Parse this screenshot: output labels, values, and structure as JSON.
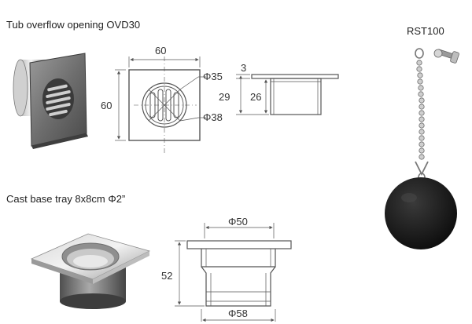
{
  "captions": {
    "tub_overflow": "Tub overflow opening OVD30",
    "cast_base_tray": "Cast base tray 8x8cm Φ2”",
    "chain_plug": "RST100"
  },
  "ovd30": {
    "width": "60",
    "height": "60",
    "inner_diameter": "Φ35",
    "outer_diameter": "Φ38",
    "flange_thickness": "3",
    "total_depth": "29",
    "body_depth": "26"
  },
  "base_tray": {
    "top_diameter": "Φ50",
    "bottom_diameter": "Φ58",
    "height": "52"
  },
  "colors": {
    "line": "#555555",
    "text": "#333333",
    "steel_light": "#e2e2e2",
    "steel_dark": "#6e6e6e",
    "ball": "#1b1b1b"
  },
  "icons": [
    "overflow-cover-icon",
    "base-tray-icon",
    "chain-plug-icon"
  ]
}
